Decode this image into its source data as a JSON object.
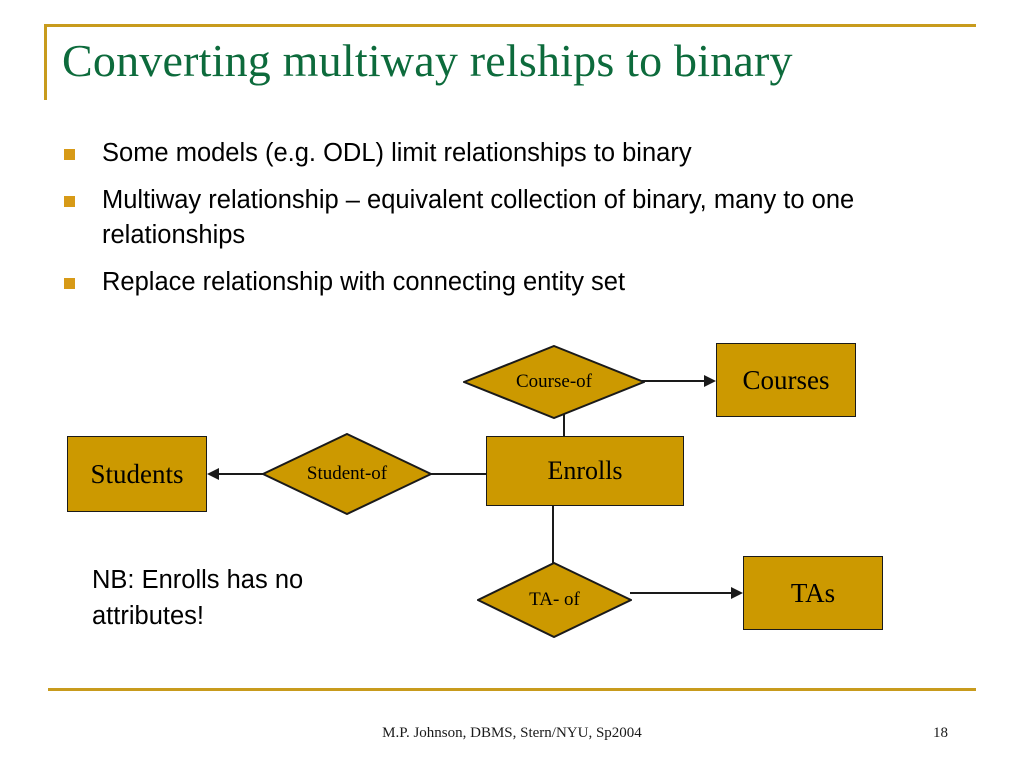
{
  "slide": {
    "title": "Converting multiway relships to binary",
    "accent_color": "#C89B1D",
    "title_color": "#0D6B3C",
    "shape_fill": "#CC9900",
    "bullet_marker_color": "#D79A17"
  },
  "bullets": [
    {
      "marker": "square-bullet",
      "text": "Some models (e.g. ODL) limit relationships to binary"
    },
    {
      "marker": "square-bullet",
      "text": "Multiway relationship – equivalent collection of binary, many to one relationships"
    },
    {
      "marker": "square-bullet",
      "text_plain": "Replace relationship with ",
      "text_italic": "connecting entity set"
    }
  ],
  "diagram": {
    "entities": [
      {
        "id": "students",
        "label": "Students"
      },
      {
        "id": "courses",
        "label": "Courses"
      },
      {
        "id": "tas",
        "label": "TAs"
      }
    ],
    "connecting_entity": {
      "id": "enrolls",
      "label": "Enrolls"
    },
    "relationships": [
      {
        "id": "course-of",
        "label": "Course-of",
        "arrow_to": "Courses"
      },
      {
        "id": "student-of",
        "label": "Student-of",
        "arrow_to": "Students"
      },
      {
        "id": "ta-of",
        "label": "TA- of",
        "arrow_to": "TAs"
      }
    ],
    "note": "NB: Enrolls has no attributes!"
  },
  "footer": {
    "credit": "M.P. Johnson, DBMS, Stern/NYU, Sp2004",
    "page_number": "18"
  }
}
